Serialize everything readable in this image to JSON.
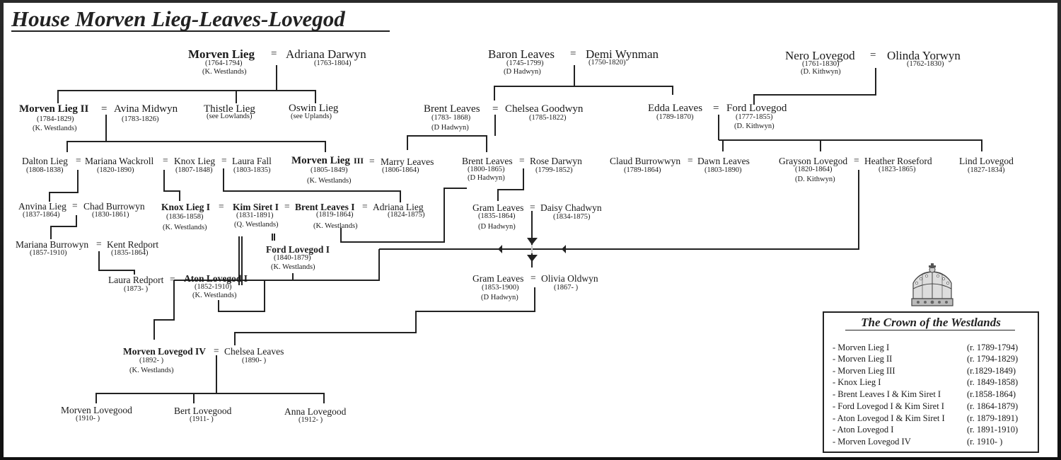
{
  "title": "House Morven Lieg-Leaves-Lovegod",
  "persons": {
    "morven_lieg_1": {
      "name": "Morven Lieg",
      "dates": "(1764-1794)",
      "note": "(K. Westlands)"
    },
    "adriana_darwyn": {
      "name": "Adriana Darwyn",
      "dates": "(1763-1804)"
    },
    "baron_leaves": {
      "name": "Baron Leaves",
      "dates": "(1745-1799)",
      "note": "(D Hadwyn)"
    },
    "demi_wynman": {
      "name": "Demi Wynman",
      "dates": "(1750-1820)"
    },
    "nero_lovegod": {
      "name": "Nero Lovegod",
      "dates": "(1761-1830)",
      "note": "(D. Kithwyn)"
    },
    "olinda_yorwyn": {
      "name": "Olinda Yorwyn",
      "dates": "(1762-1830)"
    },
    "morven_lieg_2": {
      "name": "Morven Lieg II",
      "dates": "(1784-1829)",
      "note": "(K. Westlands)"
    },
    "avina_midwyn": {
      "name": "Avina Midwyn",
      "dates": "(1783-1826)"
    },
    "thistle_lieg": {
      "name": "Thistle Lieg",
      "note": "(see Lowlands)"
    },
    "oswin_lieg": {
      "name": "Oswin Lieg",
      "note": "(see Uplands)"
    },
    "brent_leaves_sr": {
      "name": "Brent Leaves",
      "dates": "(1783- 1868)",
      "note": "(D Hadwyn)"
    },
    "chelsea_goodwyn": {
      "name": "Chelsea Goodwyn",
      "dates": "(1785-1822)"
    },
    "edda_leaves": {
      "name": "Edda Leaves",
      "dates": "(1789-1870)"
    },
    "ford_lovegod_sr": {
      "name": "Ford Lovegod",
      "dates": "(1777-1855)",
      "note": "(D. Kithwyn)"
    },
    "dalton_lieg": {
      "name": "Dalton Lieg",
      "dates": "(1808-1838)"
    },
    "mariana_wackroll": {
      "name": "Mariana Wackroll",
      "dates": "(1820-1890)"
    },
    "knox_lieg_sr": {
      "name": "Knox Lieg",
      "dates": "(1807-1848)"
    },
    "laura_fall": {
      "name": "Laura Fall",
      "dates": "(1803-1835)"
    },
    "morven_lieg_3": {
      "name": "Morven Lieg",
      "numeral": "III",
      "dates": "(1805-1849)",
      "note": "(K. Westlands)"
    },
    "marry_leaves": {
      "name": "Marry Leaves",
      "dates": "(1806-1864)"
    },
    "brent_leaves_jr": {
      "name": "Brent Leaves",
      "dates": "(1800-1865)",
      "note": "(D Hadwyn)"
    },
    "rose_darwyn": {
      "name": "Rose Darwyn",
      "dates": "(1799-1852)"
    },
    "claud_burrowwyn": {
      "name": "Claud Burrowwyn",
      "dates": "(1789-1864)"
    },
    "dawn_leaves": {
      "name": "Dawn Leaves",
      "dates": "(1803-1890)"
    },
    "grayson_lovegod": {
      "name": "Grayson Lovegod",
      "dates": "(1820-1864)",
      "note": "(D. Kithwyn)"
    },
    "heather_roseford": {
      "name": "Heather Roseford",
      "dates": "(1823-1865)"
    },
    "lind_lovegod": {
      "name": "Lind Lovegod",
      "dates": "(1827-1834)"
    },
    "anvina_lieg": {
      "name": "Anvina Lieg",
      "dates": "(1837-1864)"
    },
    "chad_burrowyn": {
      "name": "Chad Burrowyn",
      "dates": "(1830-1861)"
    },
    "knox_lieg_1": {
      "name": "Knox Lieg  I",
      "dates": "(1836-1858)",
      "note": "(K. Westlands)"
    },
    "kim_siret_1": {
      "name": "Kim Siret I",
      "dates": "(1831-1891)",
      "note": "(Q. Westlands)"
    },
    "brent_leaves_1": {
      "name": "Brent Leaves I",
      "dates": "(1819-1864)",
      "note": "(K. Westlands)"
    },
    "adriana_lieg": {
      "name": "Adriana Lieg",
      "dates": "(1824-1875)"
    },
    "gram_leaves_sr": {
      "name": "Gram Leaves",
      "dates": "(1835-1864)",
      "note": "(D Hadwyn)"
    },
    "daisy_chadwyn": {
      "name": "Daisy Chadwyn",
      "dates": "(1834-1875)"
    },
    "mariana_burrowyn": {
      "name": "Mariana Burrowyn",
      "dates": "(1857-1910)"
    },
    "kent_redport": {
      "name": "Kent Redport",
      "dates": "(1835-1864)"
    },
    "ford_lovegod_1": {
      "name": "Ford Lovegod I",
      "dates": "(1840-1879)",
      "note": "(K. Westlands)"
    },
    "laura_redport": {
      "name": "Laura Redport",
      "dates": "(1873-  )"
    },
    "aton_lovegod_1": {
      "name": "Aton Lovegod I",
      "dates": "(1852-1910)",
      "note": "(K. Westlands)"
    },
    "gram_leaves_jr": {
      "name": "Gram Leaves",
      "dates": "(1853-1900)",
      "note": "(D Hadwyn)"
    },
    "olivia_oldwyn": {
      "name": "Olivia Oldwyn",
      "dates": "(1867-  )"
    },
    "morven_lovegod_4": {
      "name": "Morven Lovegod IV",
      "dates": "(1892-  )",
      "note": "(K. Westlands)"
    },
    "chelsea_leaves": {
      "name": "Chelsea Leaves",
      "dates": "(1890-  )"
    },
    "morven_lovegood": {
      "name": "Morven Lovegood",
      "dates": "(1910-  )"
    },
    "bert_lovegood": {
      "name": "Bert Lovegood",
      "dates": "(1911-  )"
    },
    "anna_lovegood": {
      "name": "Anna Lovegood",
      "dates": "(1912-  )"
    }
  },
  "marriage_symbol": "=",
  "crown": {
    "title": "The Crown of the Westlands",
    "reigns": [
      {
        "name": "- Morven Lieg I",
        "years": "(r. 1789-1794)"
      },
      {
        "name": "- Morven Lieg II",
        "years": "(r. 1794-1829)"
      },
      {
        "name": "- Morven Lieg III",
        "years": "(r.1829-1849)"
      },
      {
        "name": "- Knox Lieg I",
        "years": "(r. 1849-1858)"
      },
      {
        "name": "- Brent Leaves I & Kim Siret I",
        "years": "(r.1858-1864)"
      },
      {
        "name": "- Ford Lovegod I & Kim Siret I",
        "years": "(r. 1864-1879)"
      },
      {
        "name": "- Aton Lovegod I & Kim Siret I",
        "years": "(r. 1879-1891)"
      },
      {
        "name": "- Aton Lovegod I",
        "years": "(r. 1891-1910)"
      },
      {
        "name": "- Morven Lovegod IV",
        "years": "(r. 1910-  )"
      }
    ]
  },
  "colors": {
    "line": "#222222",
    "text": "#1a1a1a",
    "background": "#ffffff"
  }
}
